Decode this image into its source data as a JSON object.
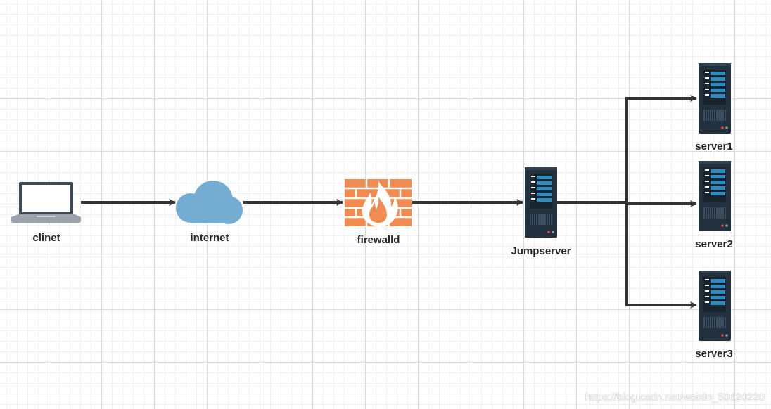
{
  "nodes": {
    "client": {
      "label": "clinet",
      "icon": "laptop-icon"
    },
    "internet": {
      "label": "internet",
      "icon": "cloud-icon"
    },
    "firewall": {
      "label": "firewalld",
      "icon": "firewall-icon"
    },
    "jumpserver": {
      "label": "Jumpserver",
      "icon": "server-icon"
    },
    "server1": {
      "label": "server1",
      "icon": "server-icon"
    },
    "server2": {
      "label": "server2",
      "icon": "server-icon"
    },
    "server3": {
      "label": "server3",
      "icon": "server-icon"
    }
  },
  "edges": [
    {
      "from": "clinet",
      "to": "internet"
    },
    {
      "from": "internet",
      "to": "firewalld"
    },
    {
      "from": "firewalld",
      "to": "Jumpserver"
    },
    {
      "from": "Jumpserver",
      "to": "server1"
    },
    {
      "from": "Jumpserver",
      "to": "server2"
    },
    {
      "from": "Jumpserver",
      "to": "server3"
    }
  ],
  "colors": {
    "connector": "#333333",
    "cloud": "#74add1",
    "firewall": "#f08b51",
    "flame": "#ffffff",
    "server_body": "#23303d",
    "server_panel": "#2e8cc0",
    "laptop_frame": "#3d4a56",
    "laptop_base": "#9aa3ab"
  },
  "watermark": "https://blog.csdn.net/weixin_50620220"
}
